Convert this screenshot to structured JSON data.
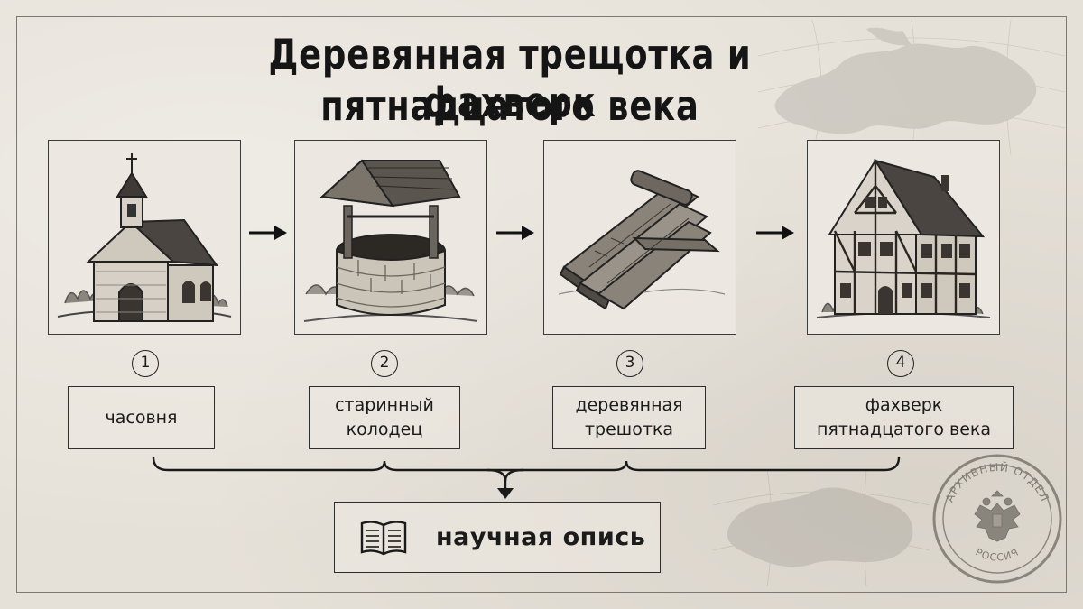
{
  "title": {
    "line1": "Деревянная трещотка и фахверк",
    "line2": "пятнадцатого века"
  },
  "steps": [
    {
      "number": "1",
      "label": "часовня",
      "icon": "chapel-icon"
    },
    {
      "number": "2",
      "label": "старинный\nколодец",
      "icon": "well-icon"
    },
    {
      "number": "3",
      "label": "деревянная\nтрешотка",
      "icon": "wooden-rattle-icon"
    },
    {
      "number": "4",
      "label": "фахверк\nпятнадцатого века",
      "icon": "half-timbered-house-icon"
    }
  ],
  "result": {
    "label": "научная опись",
    "icon": "open-book-icon"
  },
  "stamp": {
    "top_text": "АРХИВНЫЙ ОТДЕЛ",
    "bottom_text": "РОССИЯ",
    "icon": "double-headed-eagle-icon"
  },
  "colors": {
    "paper": "#e6e1d8",
    "ink": "#1b1b1b",
    "border": "#7d7871"
  }
}
